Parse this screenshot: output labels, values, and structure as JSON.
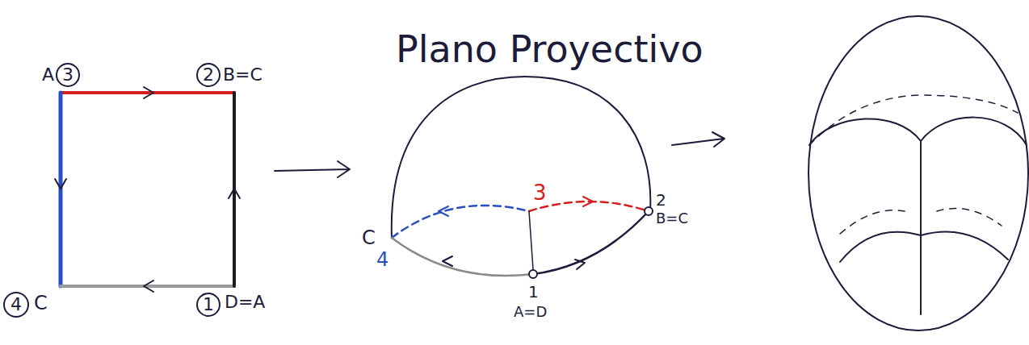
{
  "diagram": {
    "title": "Plano Proyectivo",
    "labels": [
      "A",
      "3",
      "2",
      "B=C",
      "4",
      "C",
      "1",
      "D=A",
      "3",
      "2",
      "B=C",
      "C",
      "4",
      "1",
      "A=D"
    ]
  }
}
